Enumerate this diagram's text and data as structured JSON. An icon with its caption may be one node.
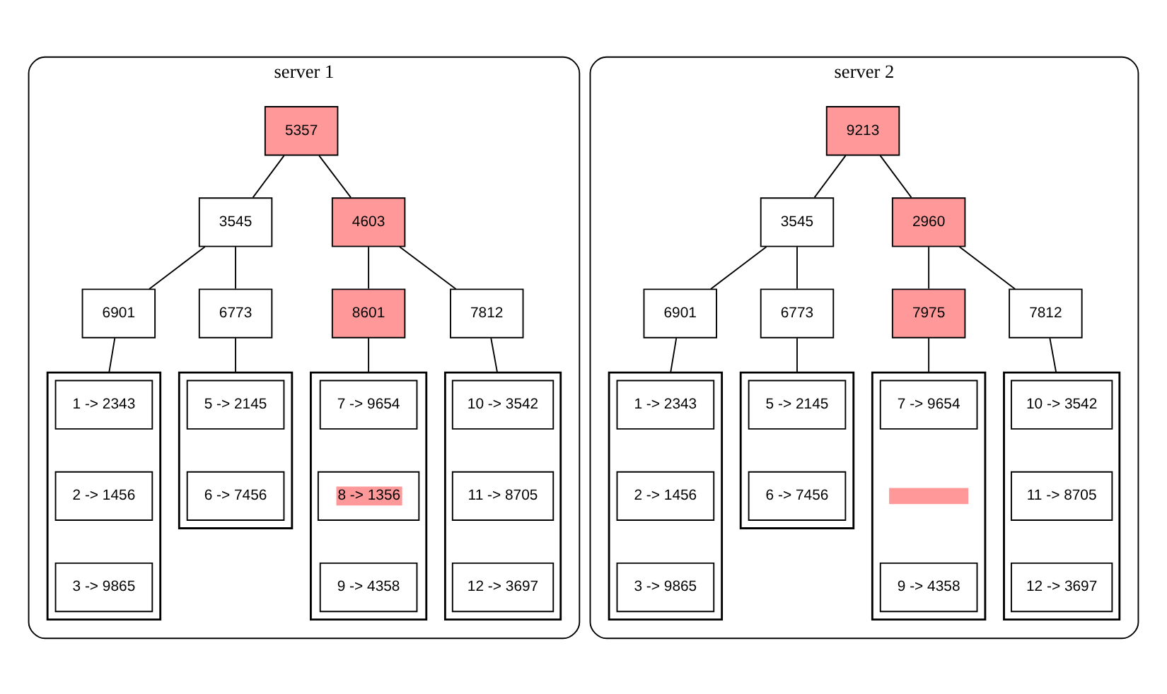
{
  "diagram": {
    "nodes": [
      {
        "text": [
          "server 1"
        ]
      },
      {
        "text": [
          "5357"
        ],
        "in": 0
      },
      {
        "text": [
          "3545"
        ],
        "in": 0
      },
      {
        "text": [
          "4603"
        ],
        "in": 0
      },
      {
        "text": [
          "6901"
        ],
        "in": 0
      },
      {
        "text": [
          "6773"
        ],
        "in": 0
      },
      {
        "text": [
          "8601"
        ],
        "in": 0
      },
      {
        "text": [
          "7812"
        ],
        "in": 0
      },
      {
        "text": [],
        "shape": "box",
        "in": 0
      },
      {
        "text": [
          "1 -> 2343"
        ],
        "in": 8
      },
      {
        "text": [
          "2 -> 1456"
        ],
        "in": 8
      },
      {
        "text": [
          "3 -> 9865"
        ],
        "in": 8
      },
      {
        "text": [],
        "shape": "box",
        "in": 0
      },
      {
        "text": [
          "5 -> 2145"
        ],
        "in": 12
      },
      {
        "text": [
          "6 -> 7456"
        ],
        "in": 12
      },
      {
        "text": [],
        "shape": "box",
        "in": 0
      },
      {
        "text": [
          "7 -> 9654"
        ],
        "in": 15
      },
      {
        "text": [
          "8 -> 1356"
        ],
        "in": 15
      },
      {
        "text": [
          "9 -> 4358"
        ],
        "in": 15
      },
      {
        "text": [],
        "shape": "box",
        "in": 0
      },
      {
        "text": [
          "10 -> 3542"
        ],
        "in": 19
      },
      {
        "text": [
          "11 -> 8705"
        ],
        "in": 19
      },
      {
        "text": [
          "12 -> 3697"
        ],
        "in": 19
      },
      {
        "text": [
          "server 2"
        ]
      },
      {
        "text": [
          "9213"
        ],
        "in": 23
      },
      {
        "text": [
          "3545"
        ],
        "in": 23
      },
      {
        "text": [
          "2960"
        ],
        "in": 23
      },
      {
        "text": [
          "6901"
        ],
        "in": 23
      },
      {
        "text": [
          "6773"
        ],
        "in": 23
      },
      {
        "text": [
          "7975"
        ],
        "in": 23
      },
      {
        "text": [
          "7812"
        ],
        "in": 23
      },
      {
        "text": [],
        "shape": "box",
        "in": 23
      },
      {
        "text": [
          "1 -> 2343"
        ],
        "in": 31
      },
      {
        "text": [
          "2 -> 1456"
        ],
        "in": 31
      },
      {
        "text": [
          "3 -> 9865"
        ],
        "in": 31
      },
      {
        "text": [],
        "shape": "box",
        "in": 23
      },
      {
        "text": [
          "5 -> 2145"
        ],
        "in": 35
      },
      {
        "text": [
          "6 -> 7456"
        ],
        "in": 35
      },
      {
        "text": [],
        "shape": "box",
        "in": 23
      },
      {
        "text": [
          "7 -> 9654"
        ],
        "in": 38
      },
      {
        "text": [],
        "shape": "bar",
        "in": 38
      },
      {
        "text": [
          "9 -> 4358"
        ],
        "in": 38
      },
      {
        "text": [],
        "shape": "box",
        "in": 23
      },
      {
        "text": [
          "10 -> 3542"
        ],
        "in": 42
      },
      {
        "text": [
          "11 -> 8705"
        ],
        "in": 42
      },
      {
        "text": [
          "12 -> 3697"
        ],
        "in": 42
      }
    ],
    "edges": [
      {
        "from": 1,
        "to": 2,
        "arrow": "none"
      },
      {
        "from": 1,
        "to": 3,
        "arrow": "none"
      },
      {
        "from": 2,
        "to": 4,
        "arrow": "none"
      },
      {
        "from": 2,
        "to": 5,
        "arrow": "none"
      },
      {
        "from": 3,
        "to": 6,
        "arrow": "none"
      },
      {
        "from": 3,
        "to": 7,
        "arrow": "none"
      },
      {
        "from": 4,
        "to": 8,
        "arrow": "none"
      },
      {
        "from": 5,
        "to": 12,
        "arrow": "none"
      },
      {
        "from": 6,
        "to": 15,
        "arrow": "none"
      },
      {
        "from": 7,
        "to": 19,
        "arrow": "none"
      },
      {
        "from": 24,
        "to": 25,
        "arrow": "none"
      },
      {
        "from": 24,
        "to": 26,
        "arrow": "none"
      },
      {
        "from": 25,
        "to": 27,
        "arrow": "none"
      },
      {
        "from": 25,
        "to": 28,
        "arrow": "none"
      },
      {
        "from": 26,
        "to": 29,
        "arrow": "none"
      },
      {
        "from": 26,
        "to": 30,
        "arrow": "none"
      },
      {
        "from": 27,
        "to": 31,
        "arrow": "none"
      },
      {
        "from": 28,
        "to": 35,
        "arrow": "none"
      },
      {
        "from": 29,
        "to": 38,
        "arrow": "none"
      },
      {
        "from": 30,
        "to": 42,
        "arrow": "none"
      }
    ]
  }
}
